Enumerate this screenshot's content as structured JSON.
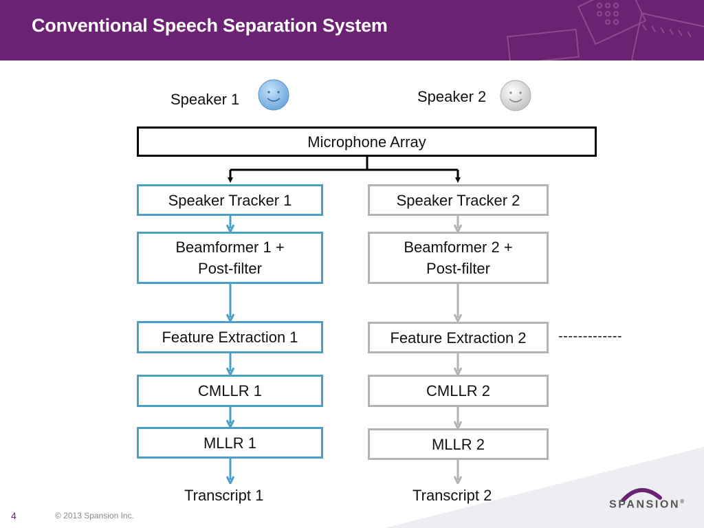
{
  "slide": {
    "title": "Conventional Speech Separation System",
    "page_number": "4",
    "copyright": "© 2013 Spansion Inc."
  },
  "logo": {
    "text": "SPANSION",
    "trademark": "®"
  },
  "colors": {
    "header": "#6c2272",
    "accent_blue": "#4a9fc6",
    "muted_gray": "#b3b3b3",
    "speaker1_face": "#7fb6e6",
    "speaker2_face": "#d9d9d9"
  },
  "diagram": {
    "speakers": [
      {
        "label": "Speaker 1",
        "icon": "smiley-face-icon"
      },
      {
        "label": "Speaker 2",
        "icon": "smiley-face-icon"
      }
    ],
    "input": "Microphone Array",
    "chain1": {
      "steps": [
        "Speaker Tracker 1",
        "Beamformer 1 + Post-filter",
        "Feature Extraction 1",
        "CMLLR 1",
        "MLLR 1"
      ],
      "beamformer_line1": "Beamformer 1 +",
      "beamformer_line2": "Post-filter",
      "output": "Transcript 1"
    },
    "chain2": {
      "steps": [
        "Speaker Tracker 2",
        "Beamformer 2 + Post-filter",
        "Feature Extraction 2",
        "CMLLR 2",
        "MLLR 2"
      ],
      "beamformer_line1": "Beamformer 2 +",
      "beamformer_line2": "Post-filter",
      "output": "Transcript 2"
    },
    "continuation": "-------------"
  }
}
